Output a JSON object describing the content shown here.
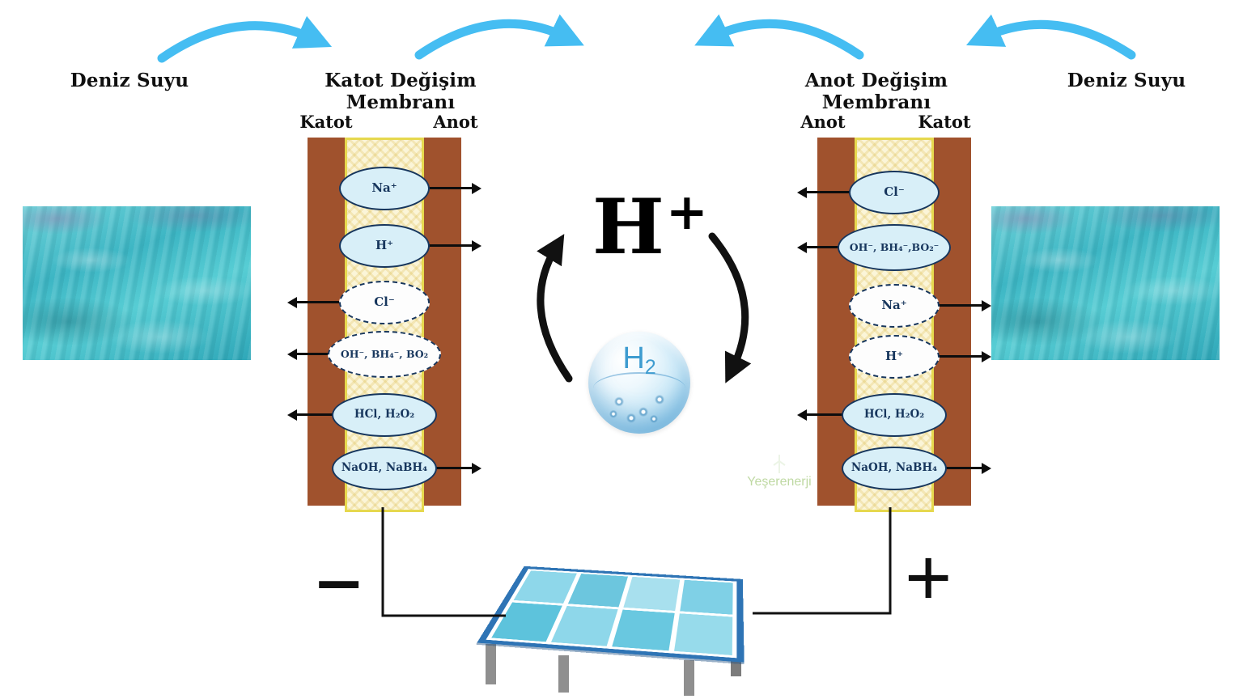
{
  "titles": {
    "seawater_left": "Deniz Suyu",
    "left_membrane": "Katot Değişim Membranı",
    "right_membrane": "Anot Değişim Membranı",
    "seawater_right": "Deniz Suyu"
  },
  "left_cell": {
    "left_electrode_label": "Katot",
    "right_electrode_label": "Anot",
    "ions": [
      {
        "label": "Na⁺",
        "border": "solid",
        "arrow": "right"
      },
      {
        "label": "H⁺",
        "border": "solid",
        "arrow": "right"
      },
      {
        "label": "Cl⁻",
        "border": "dashed",
        "arrow": "left"
      },
      {
        "label": "OH⁻, BH₄⁻, BO₂",
        "border": "dashed",
        "arrow": "left"
      },
      {
        "label": "HCl, H₂O₂",
        "border": "solid",
        "arrow": "left"
      },
      {
        "label": "NaOH, NaBH₄",
        "border": "solid",
        "arrow": "right"
      }
    ]
  },
  "right_cell": {
    "left_electrode_label": "Anot",
    "right_electrode_label": "Katot",
    "ions": [
      {
        "label": "Cl⁻",
        "border": "solid",
        "arrow": "left"
      },
      {
        "label": "OH⁻, BH₄⁻,BO₂⁻",
        "border": "solid",
        "arrow": "left"
      },
      {
        "label": "Na⁺",
        "border": "dashed",
        "arrow": "right"
      },
      {
        "label": "H⁺",
        "border": "dashed",
        "arrow": "right"
      },
      {
        "label": "HCl, H₂O₂",
        "border": "solid",
        "arrow": "left"
      },
      {
        "label": "NaOH, NaBH₄",
        "border": "solid",
        "arrow": "right"
      }
    ]
  },
  "center": {
    "h_label": "H",
    "h_sup": "+",
    "h2_label": "H",
    "h2_sub": "2"
  },
  "terminals": {
    "negative": "−",
    "positive": "+"
  },
  "watermark": "Yeşerenerji",
  "colors": {
    "electrode": "#A0522D",
    "membrane_fill": "#FBF5D8",
    "membrane_border": "#E6D84F",
    "ellipse_fill": "#D8EFF8",
    "ellipse_border": "#17365D",
    "arrow_blue": "#45BDF2",
    "wire_black": "#111111",
    "panel_frame": "#2E74B5",
    "panel_cell": "#7ACBE3"
  }
}
